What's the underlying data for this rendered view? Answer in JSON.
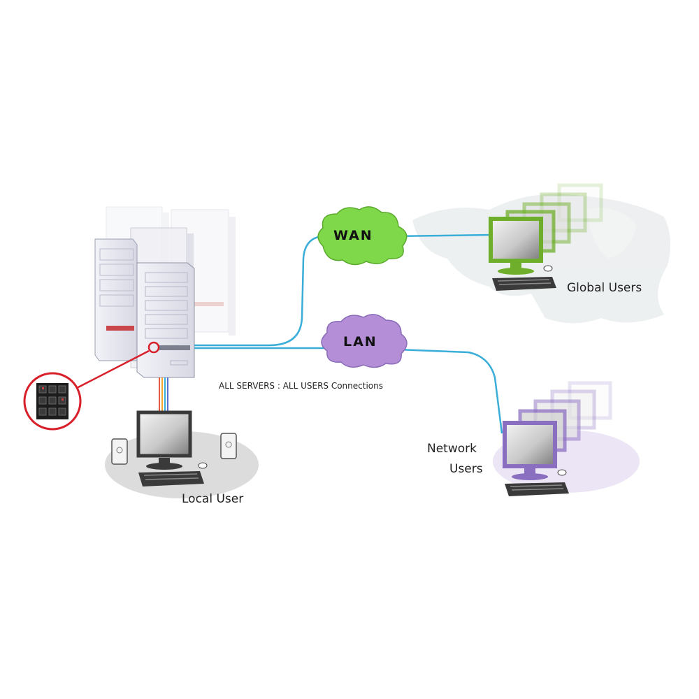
{
  "labels": {
    "wan": "WAN",
    "lan": "LAN",
    "connections": "ALL SERVERS : ALL USERS  Connections",
    "global_users": "Global Users",
    "network_users_line1": "Network",
    "network_users_line2": "Users",
    "local_user": "Local User"
  },
  "colors": {
    "link": "#3aaed8",
    "wan_cloud": "#7fd84a",
    "lan_cloud": "#b48fd8",
    "global_monitor": "#6fae2a",
    "network_monitor": "#8a6fc0",
    "zoom_ring": "#d8202a",
    "rack": "#e6e6ee"
  },
  "icons": {
    "server_rack": "server-rack-icon",
    "ports_zoom": "magnified-ports-icon",
    "monitor": "monitor-icon",
    "keyboard": "keyboard-icon",
    "mouse": "mouse-icon",
    "speaker": "speaker-icon",
    "world_map": "world-map-icon"
  }
}
